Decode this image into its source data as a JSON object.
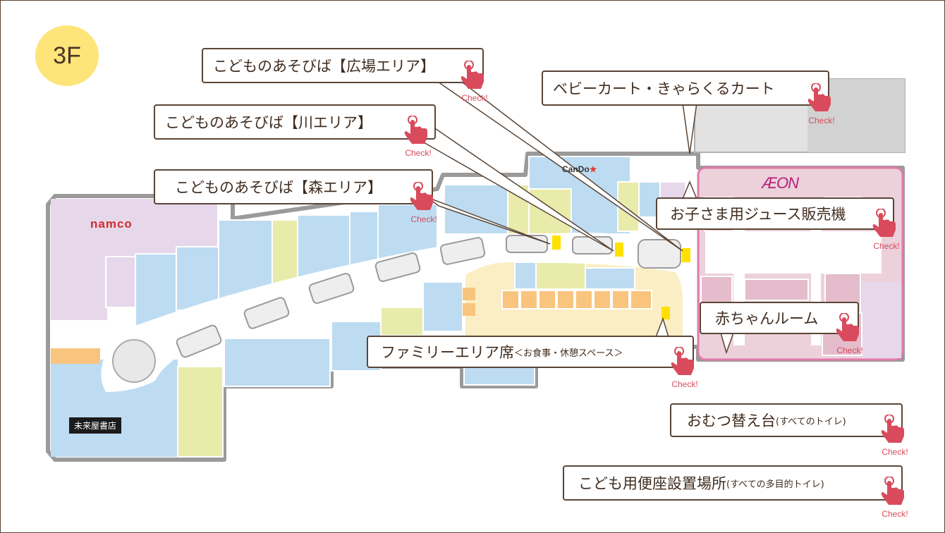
{
  "floor": {
    "label": "3F"
  },
  "shops": {
    "namco": "namco",
    "aeon": "ÆON",
    "cando": "CanDo",
    "cando_star": "★",
    "bookstore": "未来屋書店"
  },
  "callouts": {
    "plaza": {
      "label": "こどものあそびば【広場エリア】"
    },
    "river": {
      "label": "こどものあそびば【川エリア】"
    },
    "forest": {
      "label": "こどものあそびば【森エリア】"
    },
    "stroller": {
      "label": "ベビーカート・きゃらくるカート"
    },
    "juice": {
      "label": "お子さま用ジュース販売機"
    },
    "baby_room": {
      "label": "赤ちゃんルーム"
    },
    "family": {
      "label": "ファミリーエリア席",
      "sub": "＜お食事・休憩スペース＞"
    },
    "diaper": {
      "label": "おむつ替え台",
      "sub": "(すべてのトイレ)"
    },
    "toilet_seat": {
      "label": "こども用便座設置場所",
      "sub": "(すべての多目的トイレ)"
    }
  },
  "check_label": "Check!",
  "colors": {
    "accent": "#d94b5c",
    "border": "#5a4536",
    "badge": "#fde57a",
    "shop_blue": "#bddcf2",
    "shop_pink": "#e5c2d0",
    "shop_purple": "#e6d8ea",
    "food_court": "#fbeec4",
    "shop_yellow": "#e9ebaa",
    "shop_orange": "#f9c47e",
    "aeon_border": "#e07aaa",
    "highlight": "#ffe000"
  }
}
